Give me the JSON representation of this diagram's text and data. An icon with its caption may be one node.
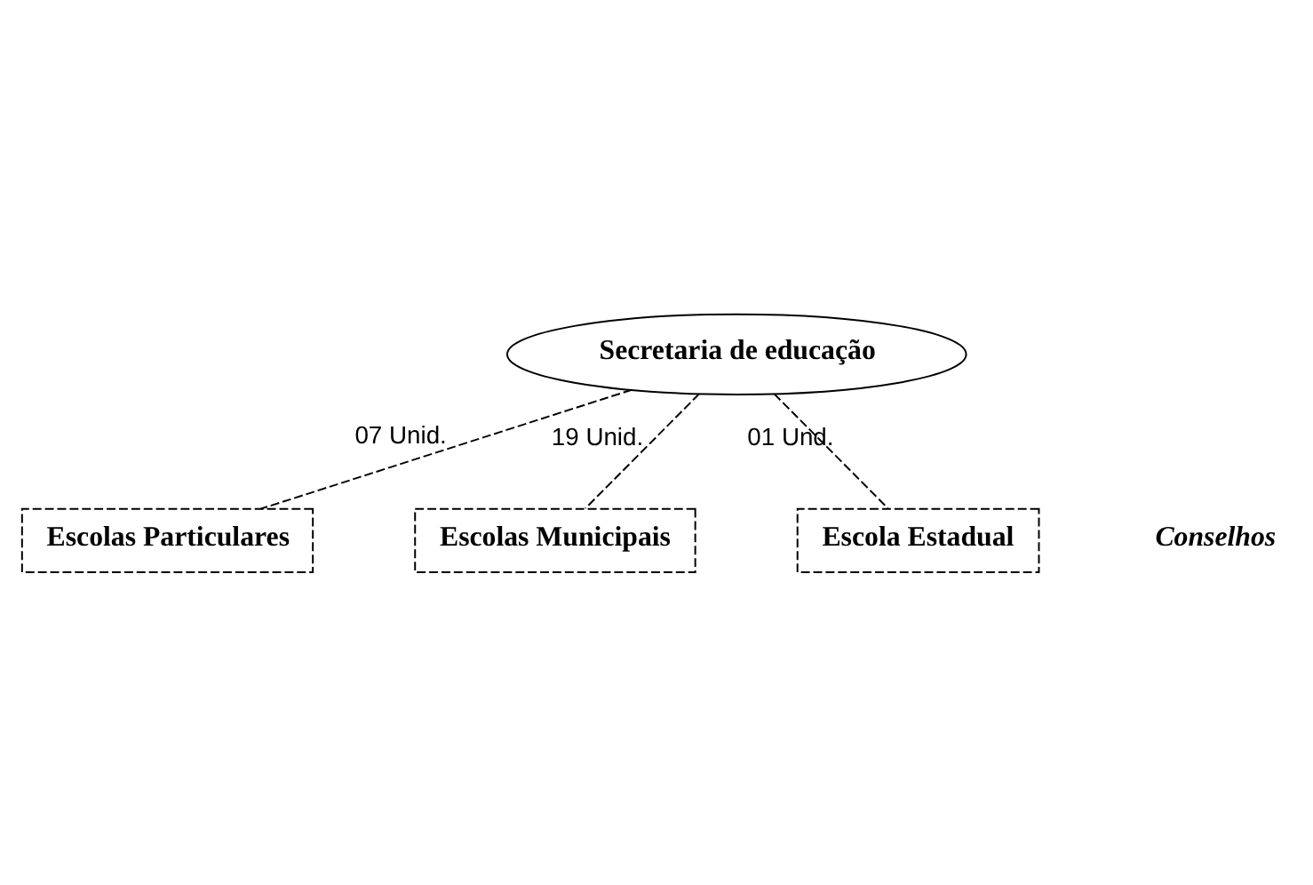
{
  "diagram": {
    "nodes": [
      {
        "text": [
          "Secretaria de educação"
        ]
      },
      {
        "text": [
          "Escolas Particulares"
        ]
      },
      {
        "text": [
          "Escolas Municipais"
        ]
      },
      {
        "text": [
          "Escola Estadual"
        ]
      }
    ],
    "edges": [
      {
        "from": 0,
        "to": 1,
        "arrow": "none",
        "label": "07 Unid.",
        "style": "dashed"
      },
      {
        "from": 0,
        "to": 2,
        "arrow": "none",
        "label": "19 Unid.",
        "style": "dashed"
      },
      {
        "from": 0,
        "to": 3,
        "arrow": "none",
        "label": "01 Und.",
        "style": "dashed"
      }
    ],
    "labels": [
      "Conselhos"
    ]
  }
}
